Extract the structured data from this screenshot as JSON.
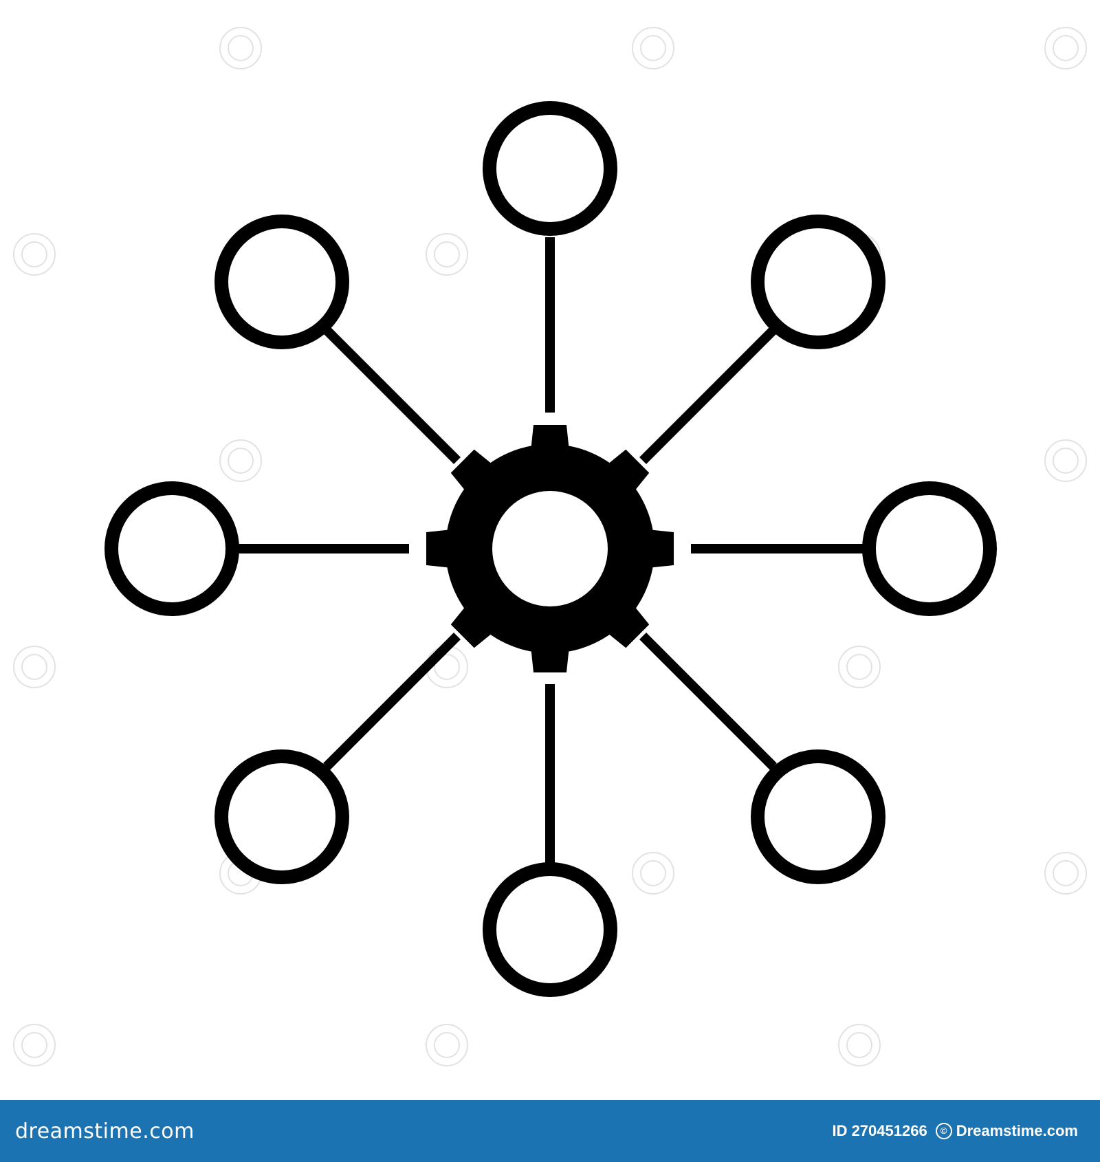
{
  "image": {
    "subject": "gear-hub-network-icon",
    "colors": {
      "stroke": "#000000",
      "background": "#ffffff",
      "footer": "#1b73b2",
      "footer_text": "#ffffff",
      "watermark": "#dcdcdc"
    },
    "spoke_count": 8
  },
  "footer": {
    "brand": "dreamstime.com",
    "image_id": "ID 270451266",
    "copyright_symbol": "©",
    "credit": "Dreamstime.com"
  }
}
